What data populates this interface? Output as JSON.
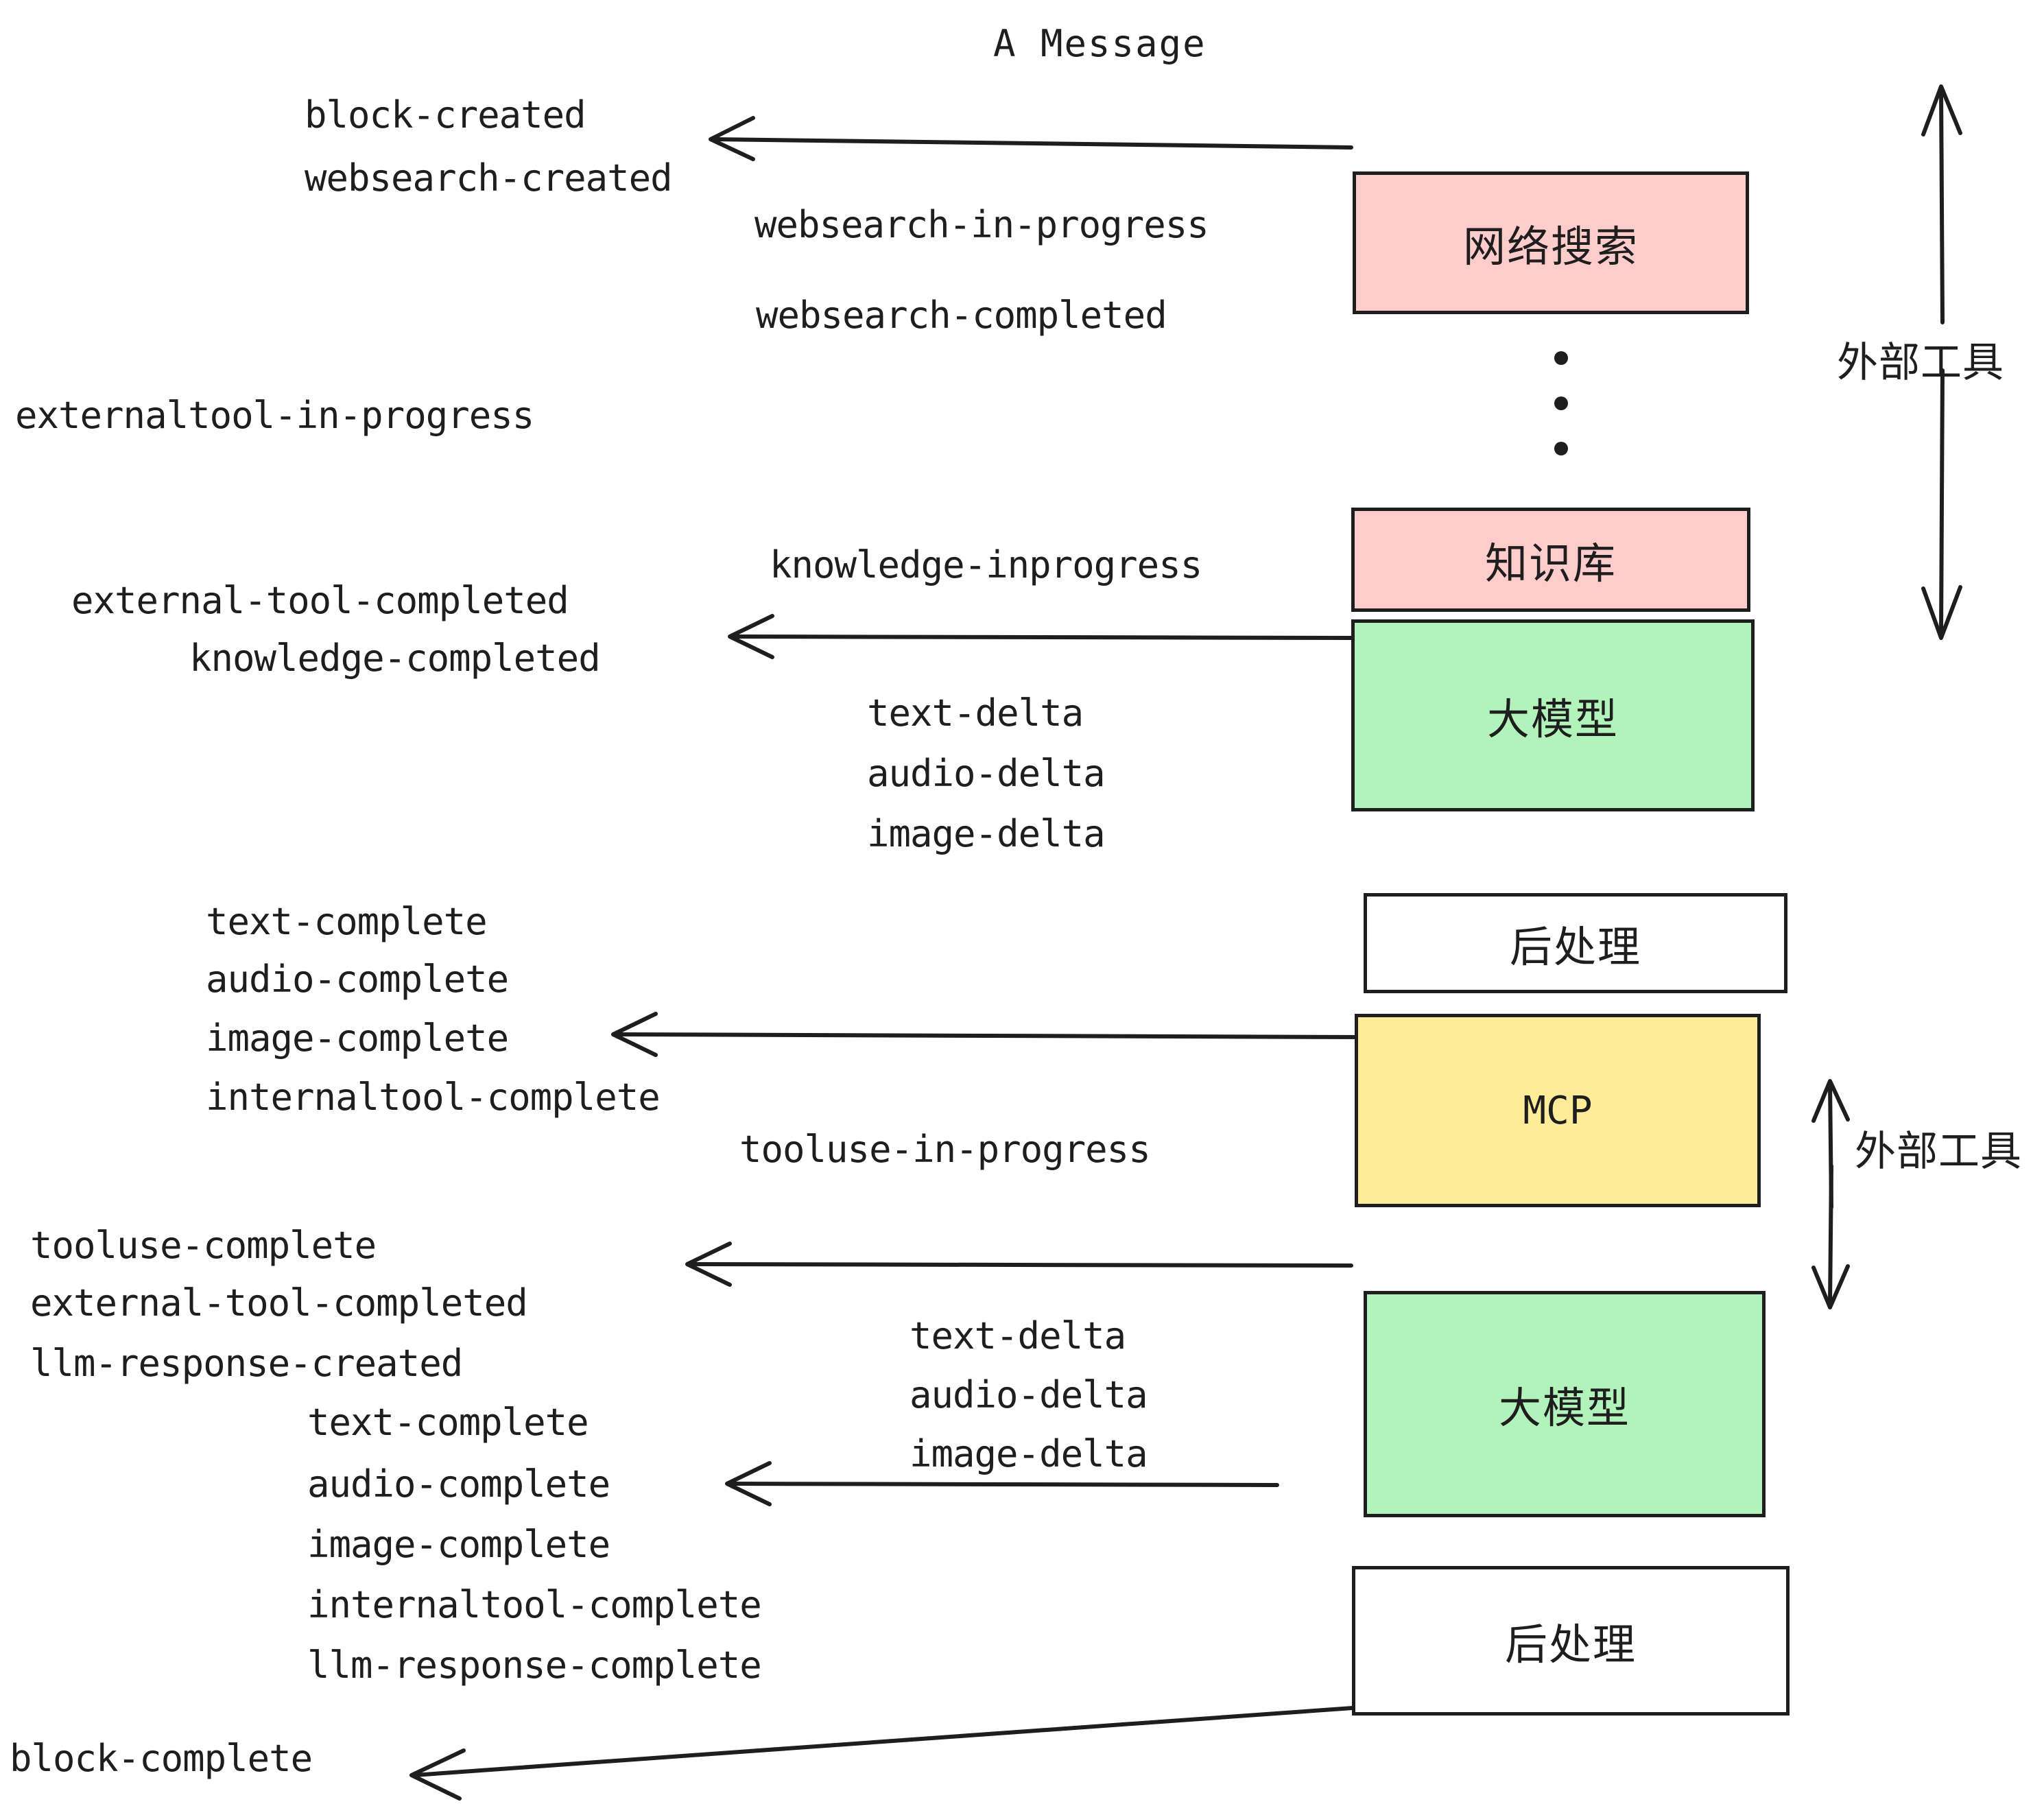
{
  "diagram": {
    "title": "A Message",
    "nodes": [
      {
        "id": "websearch",
        "label": "网络搜索",
        "fill": "#ffcccc",
        "stroke": "#1e1e1e"
      },
      {
        "id": "knowledge",
        "label": "知识库",
        "fill": "#ffcccc",
        "stroke": "#1e1e1e"
      },
      {
        "id": "llm1",
        "label": "大模型",
        "fill": "#b2f2bb",
        "stroke": "#1e1e1e"
      },
      {
        "id": "postproc1",
        "label": "后处理",
        "fill": "#ffffff",
        "stroke": "#1e1e1e"
      },
      {
        "id": "mcp",
        "label": "MCP",
        "fill": "#ffec99",
        "stroke": "#1e1e1e"
      },
      {
        "id": "llm2",
        "label": "大模型",
        "fill": "#b2f2bb",
        "stroke": "#1e1e1e"
      },
      {
        "id": "postproc2",
        "label": "后处理",
        "fill": "#ffffff",
        "stroke": "#1e1e1e"
      }
    ],
    "side_labels": [
      {
        "id": "external-tools-top",
        "text": "外部工具"
      },
      {
        "id": "external-tools-bottom",
        "text": "外部工具"
      }
    ],
    "events": [
      {
        "id": "block-created",
        "text": "block-created"
      },
      {
        "id": "websearch-created",
        "text": "websearch-created"
      },
      {
        "id": "websearch-in-progress",
        "text": "websearch-in-progress"
      },
      {
        "id": "websearch-completed",
        "text": "websearch-completed"
      },
      {
        "id": "externaltool-in-progress",
        "text": "externaltool-in-progress"
      },
      {
        "id": "knowledge-inprogress",
        "text": "knowledge-inprogress"
      },
      {
        "id": "external-tool-completed-1",
        "text": "external-tool-completed"
      },
      {
        "id": "knowledge-completed",
        "text": "knowledge-completed"
      },
      {
        "id": "text-delta-1",
        "text": "text-delta"
      },
      {
        "id": "audio-delta-1",
        "text": "audio-delta"
      },
      {
        "id": "image-delta-1",
        "text": "image-delta"
      },
      {
        "id": "text-complete-1",
        "text": "text-complete"
      },
      {
        "id": "audio-complete-1",
        "text": "audio-complete"
      },
      {
        "id": "image-complete-1",
        "text": "image-complete"
      },
      {
        "id": "internaltool-complete-1",
        "text": "internaltool-complete"
      },
      {
        "id": "tooluse-in-progress",
        "text": "tooluse-in-progress"
      },
      {
        "id": "tooluse-complete",
        "text": "tooluse-complete"
      },
      {
        "id": "external-tool-completed-2",
        "text": "external-tool-completed"
      },
      {
        "id": "llm-response-created",
        "text": "llm-response-created"
      },
      {
        "id": "text-delta-2",
        "text": "text-delta"
      },
      {
        "id": "audio-delta-2",
        "text": "audio-delta"
      },
      {
        "id": "image-delta-2",
        "text": "image-delta"
      },
      {
        "id": "text-complete-2",
        "text": "text-complete"
      },
      {
        "id": "audio-complete-2",
        "text": "audio-complete"
      },
      {
        "id": "image-complete-2",
        "text": "image-complete"
      },
      {
        "id": "internaltool-complete-2",
        "text": "internaltool-complete"
      },
      {
        "id": "llm-response-complete",
        "text": "llm-response-complete"
      },
      {
        "id": "block-complete",
        "text": "block-complete"
      }
    ],
    "ellipsis": {
      "id": "vertical-ellipsis",
      "dot_count": 3
    }
  }
}
